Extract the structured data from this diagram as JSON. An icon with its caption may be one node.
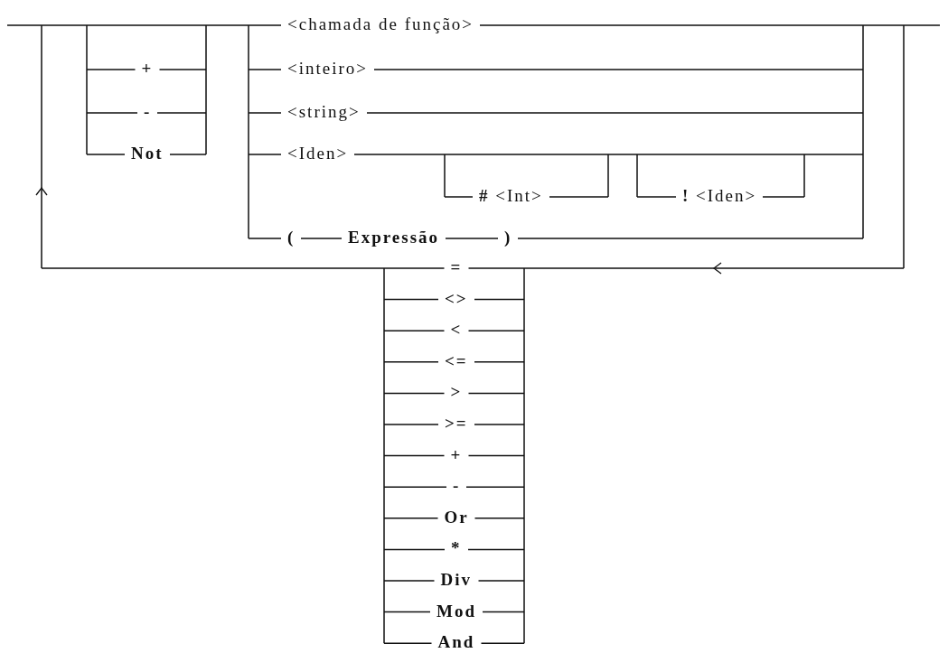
{
  "diagram": {
    "nodes": [
      {
        "text": [
          "+"
        ]
      },
      {
        "text": [
          "-"
        ]
      },
      {
        "text": [
          "Not"
        ]
      },
      {
        "text": [
          "<chamada de função>"
        ]
      },
      {
        "text": [
          "<inteiro>"
        ]
      },
      {
        "text": [
          "<string>"
        ]
      },
      {
        "text": [
          "<Iden>"
        ]
      },
      {
        "text": [
          "**#** <Int>"
        ]
      },
      {
        "text": [
          "**!** <Iden>"
        ]
      },
      {
        "text": [
          "("
        ]
      },
      {
        "text": [
          "Expressão"
        ]
      },
      {
        "text": [
          ")"
        ]
      },
      {
        "text": [
          "="
        ]
      },
      {
        "text": [
          "<>"
        ]
      },
      {
        "text": [
          "<"
        ]
      },
      {
        "text": [
          "<="
        ]
      },
      {
        "text": [
          ">"
        ]
      },
      {
        "text": [
          ">="
        ]
      },
      {
        "text": [
          "+"
        ]
      },
      {
        "text": [
          "-"
        ]
      },
      {
        "text": [
          "Or"
        ]
      },
      {
        "text": [
          "*"
        ]
      },
      {
        "text": [
          "Div"
        ]
      },
      {
        "text": [
          "Mod"
        ]
      },
      {
        "text": [
          "And"
        ]
      }
    ],
    "edges": [
      {
        "from": 9,
        "to": 10,
        "arrow": "none"
      },
      {
        "from": 10,
        "to": 11,
        "arrow": "none"
      }
    ]
  }
}
